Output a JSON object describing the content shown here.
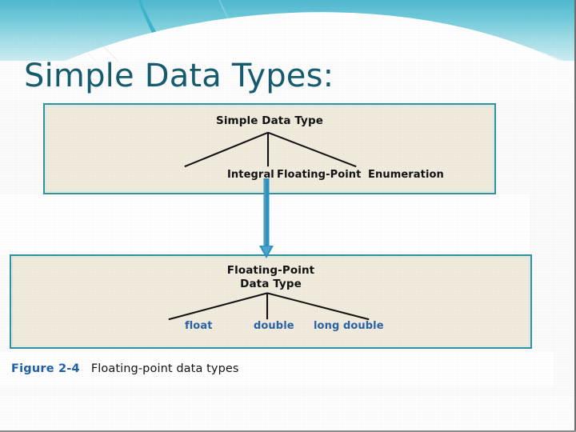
{
  "slide": {
    "title": "Simple Data Types:",
    "title_color": "#155c6e",
    "theme_accent": "#38b4cc",
    "background": "#fdfdfd"
  },
  "figure": {
    "caption_number": "Figure 2-4",
    "caption_text": "Floating-point data types",
    "caption_number_color": "#1f5fa8",
    "box_fill": "#f0ebdd",
    "box_border": "#2f93a0",
    "connector_color": "#2b93c4",
    "connector_name": "down-arrow-icon",
    "diagrams": [
      {
        "id": "simple-data-type",
        "root": "Simple Data Type",
        "root_color": "#111111",
        "leaves": [
          {
            "label": "Integral",
            "color": "#111111"
          },
          {
            "label": "Floating-Point",
            "color": "#111111"
          },
          {
            "label": "Enumeration",
            "color": "#111111"
          }
        ]
      },
      {
        "id": "floating-point-data-type",
        "root_line1": "Floating-Point",
        "root_line2": "Data Type",
        "root_color": "#111111",
        "leaves": [
          {
            "label": "float",
            "color": "#2a62a8"
          },
          {
            "label": "double",
            "color": "#2a62a8"
          },
          {
            "label": "long double",
            "color": "#2a62a8"
          }
        ]
      }
    ]
  }
}
